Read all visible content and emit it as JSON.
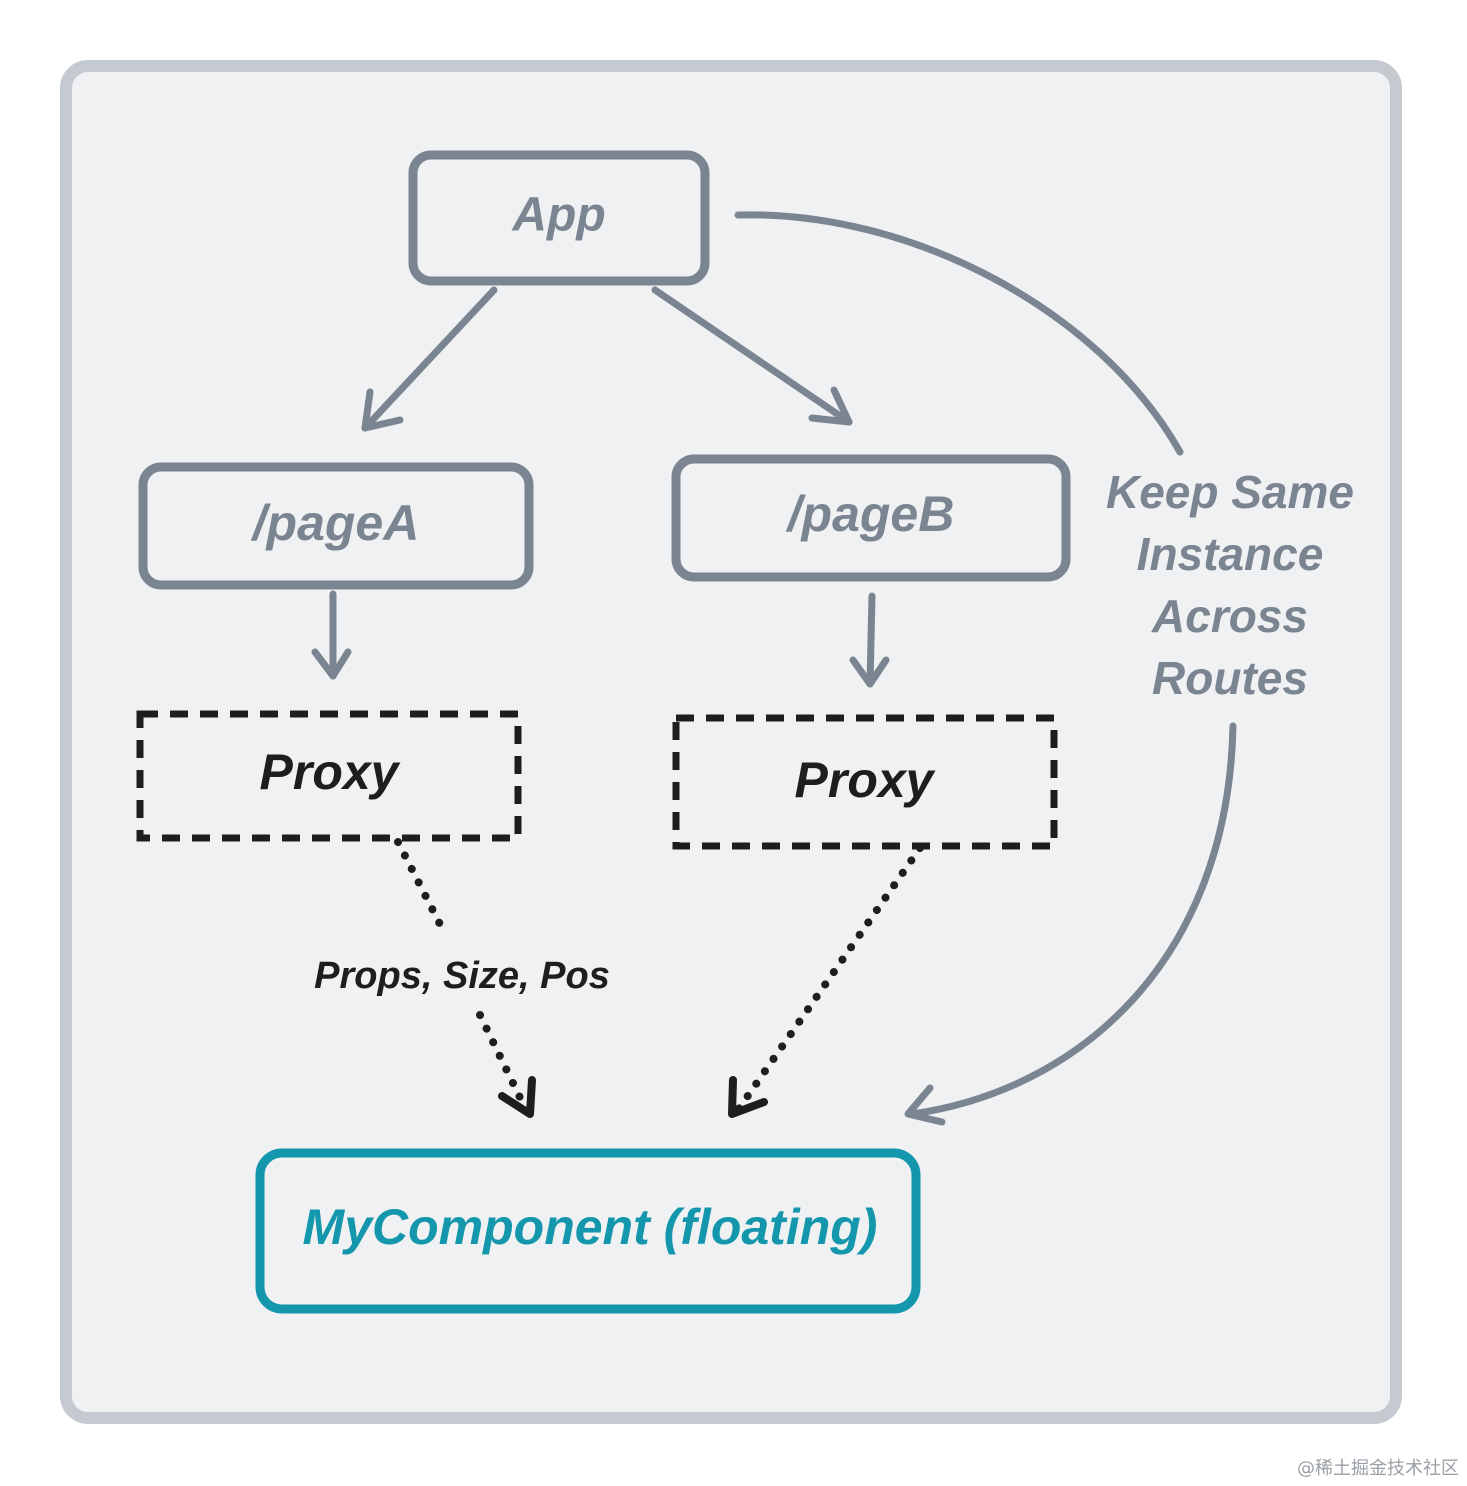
{
  "nodes": {
    "app": "App",
    "page_a": "/pageA",
    "page_b": "/pageB",
    "proxy_a": "Proxy",
    "proxy_b": "Proxy",
    "component": "MyComponent (floating)"
  },
  "edge_labels": {
    "props": "Props, Size, Pos",
    "keep": [
      "Keep Same",
      "Instance",
      "Across",
      "Routes"
    ]
  },
  "watermark": "@稀土掘金技术社区",
  "colors": {
    "frame_fill": "#f0f1f3",
    "frame_stroke": "#c5cad0",
    "grey": "#7b8491",
    "dark": "#1e1e1e",
    "teal": "#1497ac"
  }
}
